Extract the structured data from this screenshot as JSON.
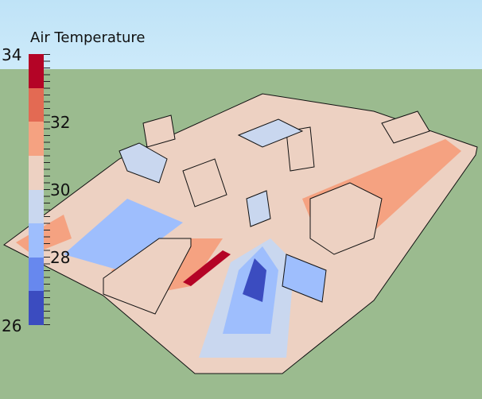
{
  "legend": {
    "title": "Air Temperature",
    "min": 26,
    "max": 34,
    "labels": [
      "34",
      "32",
      "30",
      "28",
      "26"
    ],
    "bands": [
      "#b40426",
      "#e36a53",
      "#f5a281",
      "#edd1c2",
      "#c9d7ef",
      "#9ebefd",
      "#6788ee",
      "#3b4cc0"
    ]
  },
  "colors": {
    "sky": "#c5e6f8",
    "ground": "#9bbb8f"
  }
}
